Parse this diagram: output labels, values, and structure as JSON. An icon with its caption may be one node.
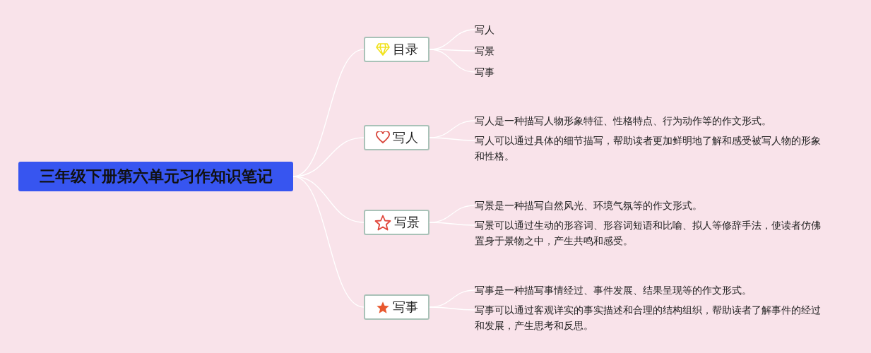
{
  "diagram": {
    "nodes": [
      {
        "text": [
          "三年级下册第六单元习作知识笔记"
        ]
      },
      {
        "text": [
          "目录"
        ]
      },
      {
        "text": [
          "写人"
        ]
      },
      {
        "text": [
          "写景"
        ]
      },
      {
        "text": [
          "写事"
        ]
      },
      {
        "text": [
          "写人"
        ]
      },
      {
        "text": [
          "写人是一种描写人物形象特征、性格特点、行为动作等的作文形式。"
        ]
      },
      {
        "text": [
          "写人可以通过具体的细节描写，帮助读者更加鲜明地了解和感受被写人物的形象和性格。"
        ]
      },
      {
        "text": [
          "写景"
        ]
      },
      {
        "text": [
          "写景是一种描写自然风光、环境气氛等的作文形式。"
        ]
      },
      {
        "text": [
          "写景可以通过生动的形容词、形容词短语和比喻、拟人等修辞手法，使读者仿佛置身于景物之中，产生共鸣和感受。"
        ]
      },
      {
        "text": [
          "写事"
        ]
      },
      {
        "text": [
          "写事是一种描写事情经过、事件发展、结果呈现等的作文形式。"
        ]
      },
      {
        "text": [
          "写事可以通过客观详实的事实描述和合理的结构组织，帮助读者了解事件的经过和发展，产生思考和反思。"
        ]
      }
    ],
    "edges": [
      {
        "from": 0,
        "to": 1,
        "arrow": "none"
      },
      {
        "from": 0,
        "to": 5,
        "arrow": "none"
      },
      {
        "from": 0,
        "to": 8,
        "arrow": "none"
      },
      {
        "from": 0,
        "to": 11,
        "arrow": "none"
      },
      {
        "from": 1,
        "to": 2,
        "arrow": "none"
      },
      {
        "from": 1,
        "to": 3,
        "arrow": "none"
      },
      {
        "from": 1,
        "to": 4,
        "arrow": "none"
      },
      {
        "from": 5,
        "to": 6,
        "arrow": "none"
      },
      {
        "from": 5,
        "to": 7,
        "arrow": "none"
      },
      {
        "from": 8,
        "to": 9,
        "arrow": "none"
      },
      {
        "from": 8,
        "to": 10,
        "arrow": "none"
      },
      {
        "from": 11,
        "to": 12,
        "arrow": "none"
      },
      {
        "from": 11,
        "to": 13,
        "arrow": "none"
      }
    ]
  }
}
